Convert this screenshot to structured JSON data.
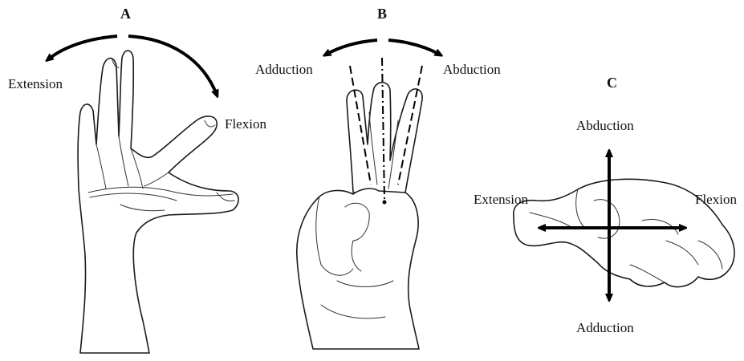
{
  "panels": [
    {
      "letter": "A",
      "labels": {
        "left": "Extension",
        "right": "Flexion"
      },
      "illustration": "hand-side-view-flexion-extension"
    },
    {
      "letter": "B",
      "labels": {
        "left": "Adduction",
        "right": "Abduction"
      },
      "illustration": "hand-fingers-adduction-abduction"
    },
    {
      "letter": "C",
      "labels": {
        "top": "Abduction",
        "left": "Extension",
        "right": "Flexion",
        "bottom": "Adduction"
      },
      "illustration": "fist-with-crossed-arrows"
    }
  ]
}
